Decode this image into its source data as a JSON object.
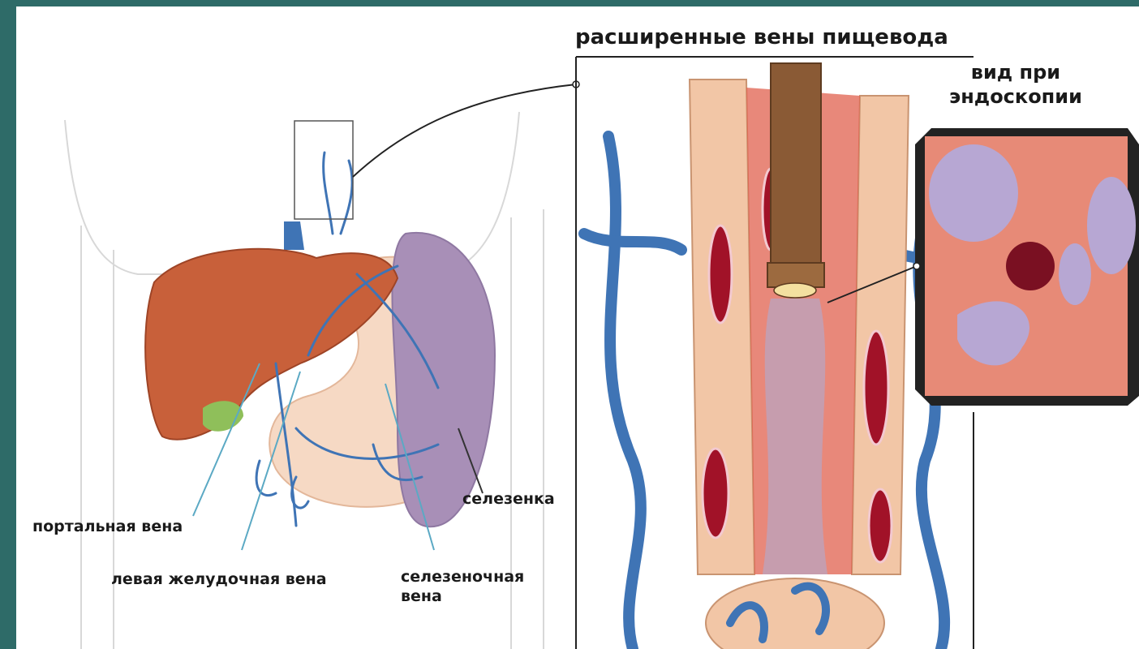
{
  "labels": {
    "esophageal_varices": "расширенные вены пищевода",
    "endoscopy_view_line1": "вид при",
    "endoscopy_view_line2": "эндоскопии",
    "spleen": "селезенка",
    "portal_vein": "портальная вена",
    "left_gastric_vein": "левая желудочная вена",
    "splenic_vein_line1": "селезеночная",
    "splenic_vein_line2": "вена"
  },
  "colors": {
    "frame": "#2e6b68",
    "vein": "#3f74b5",
    "liver": "#c8603a",
    "spleen": "#a88fb7",
    "varix": "#a11228",
    "esophagus_wall": "#f2c6a6",
    "mucosa": "#e0604e"
  }
}
